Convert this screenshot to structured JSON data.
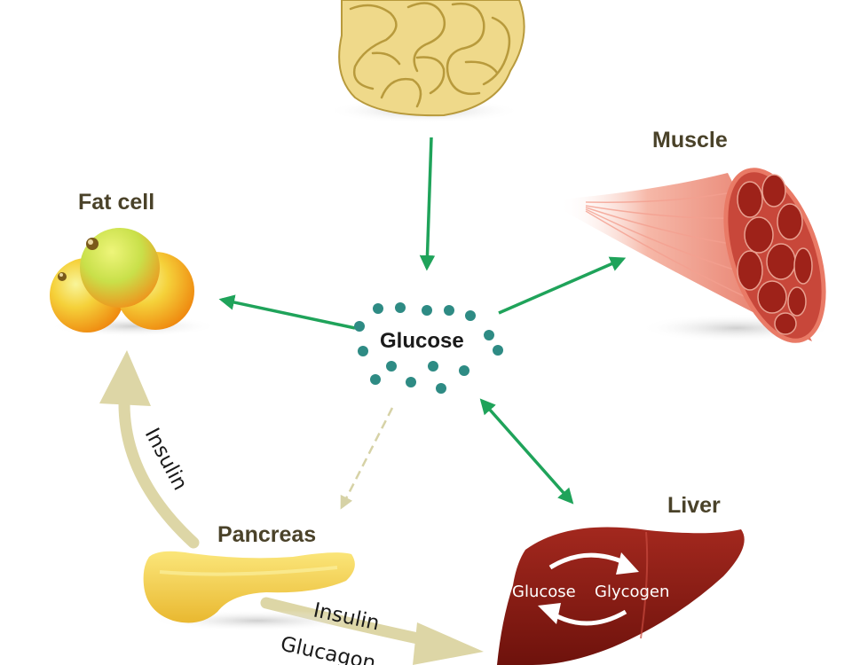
{
  "labels": {
    "muscle": "Muscle",
    "fat_cell": "Fat cell",
    "glucose": "Glucose",
    "pancreas": "Pancreas",
    "liver": "Liver",
    "insulin_left": "Insulin",
    "insulin_bottom": "Insulin",
    "glucagon_bottom": "Glucagon",
    "liver_glucose": "Glucose",
    "liver_glycogen": "Glycogen"
  },
  "colors": {
    "arrow_green": "#1fa35a",
    "arrow_dashed": "#d6d2a6",
    "arrow_khaki": "#ddd6a6",
    "glucose_dot": "#2e8b84",
    "label_text": "#4a4229",
    "liver": "#8a1b14",
    "pancreas": "#f2d24c",
    "intestine": "#efd98a",
    "muscle": "#c84a3e",
    "fat_cell": "#f6b02a"
  },
  "icons": {
    "intestine": "small-intestine-icon",
    "muscle": "muscle-icon",
    "fat_cell": "fat-cell-icon",
    "pancreas": "pancreas-icon",
    "liver": "liver-icon"
  }
}
